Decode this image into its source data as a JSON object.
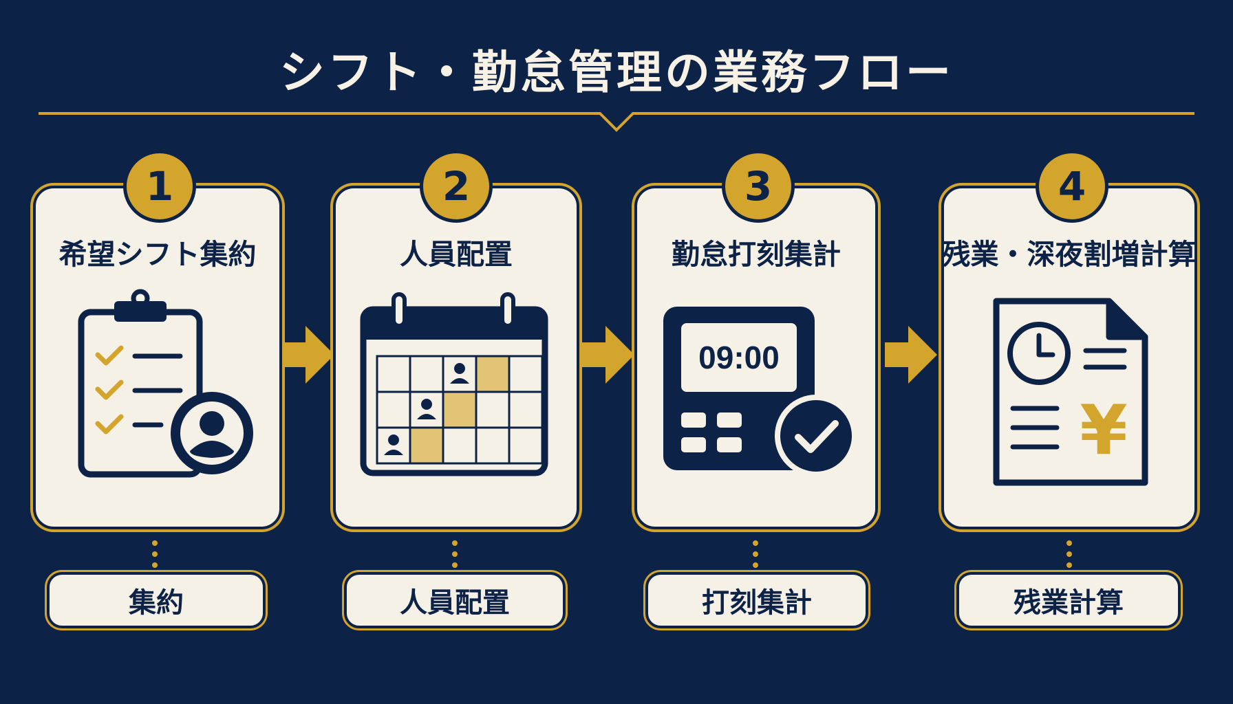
{
  "title": "シフト・勤怠管理の業務フロー",
  "colors": {
    "background": "#0d2247",
    "accent": "#d4a52c",
    "card": "#f6f1e6",
    "text": "#0d2247"
  },
  "steps": [
    {
      "number": "1",
      "title": "希望シフト集約",
      "label": "集約",
      "icon": "clipboard-user-icon"
    },
    {
      "number": "2",
      "title": "人員配置",
      "label": "人員配置",
      "icon": "calendar-staff-icon"
    },
    {
      "number": "3",
      "title": "勤怠打刻集計",
      "label": "打刻集計",
      "icon": "time-clock-icon",
      "clock_display": "09:00"
    },
    {
      "number": "4",
      "title": "残業・深夜割増計算",
      "label": "残業計算",
      "icon": "payroll-document-icon",
      "currency_symbol": "¥"
    }
  ]
}
